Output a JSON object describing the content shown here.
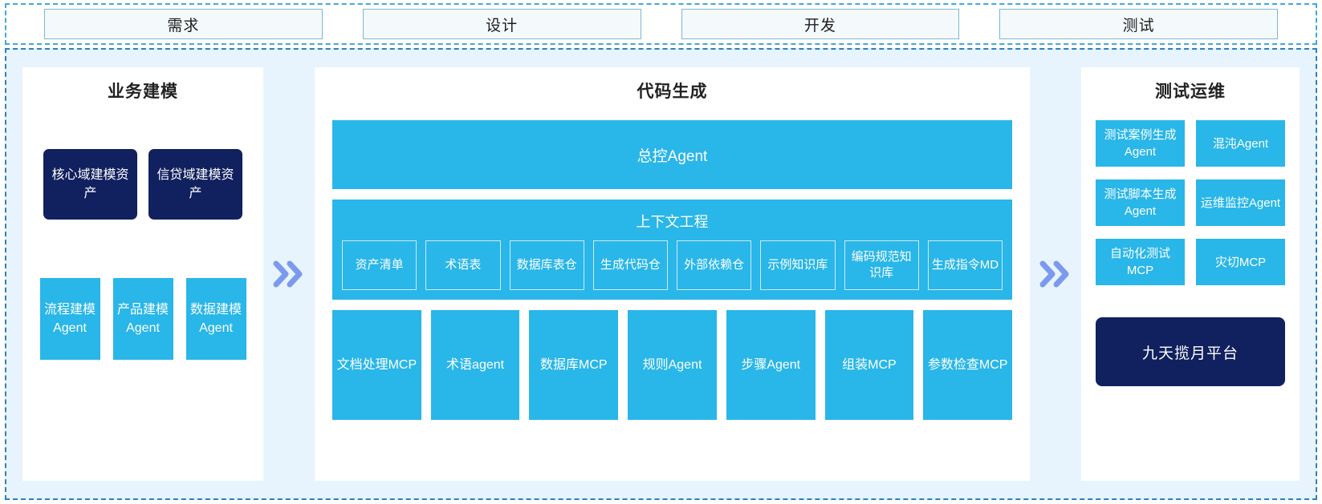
{
  "phases": {
    "items": [
      {
        "label": "需求"
      },
      {
        "label": "设计"
      },
      {
        "label": "开发"
      },
      {
        "label": "测试"
      }
    ]
  },
  "colors": {
    "accent_cyan": "#29b6e8",
    "navy": "#11205e",
    "region_bg": "#e7f4fd",
    "dashed_border": "#2f7fbf",
    "chevron": "#7b9aee"
  },
  "left_panel": {
    "title": "业务建模",
    "assets": [
      {
        "label": "核心域建模资产"
      },
      {
        "label": "信贷域建模资产"
      }
    ],
    "agents": [
      {
        "label": "流程建模Agent"
      },
      {
        "label": "产品建模Agent"
      },
      {
        "label": "数据建模Agent"
      }
    ]
  },
  "center_panel": {
    "title": "代码生成",
    "master_agent": "总控Agent",
    "context_engineering": {
      "title": "上下文工程",
      "items": [
        {
          "label": "资产清单"
        },
        {
          "label": "术语表"
        },
        {
          "label": "数据库表仓"
        },
        {
          "label": "生成代码仓"
        },
        {
          "label": "外部依赖仓"
        },
        {
          "label": "示例知识库"
        },
        {
          "label": "编码规范知识库"
        },
        {
          "label": "生成指令MD"
        }
      ]
    },
    "tools": [
      {
        "label": "文档处理MCP"
      },
      {
        "label": "术语agent"
      },
      {
        "label": "数据库MCP"
      },
      {
        "label": "规则Agent"
      },
      {
        "label": "步骤Agent"
      },
      {
        "label": "组装MCP"
      },
      {
        "label": "参数检查MCP"
      }
    ]
  },
  "right_panel": {
    "title": "测试运维",
    "items": [
      {
        "label": "测试案例生成Agent"
      },
      {
        "label": "混沌Agent"
      },
      {
        "label": "测试脚本生成Agent"
      },
      {
        "label": "运维监控Agent"
      },
      {
        "label": "自动化测试MCP"
      },
      {
        "label": "灾切MCP"
      }
    ],
    "platform": "九天揽月平台"
  },
  "chevrons": {
    "glyph": "»"
  }
}
